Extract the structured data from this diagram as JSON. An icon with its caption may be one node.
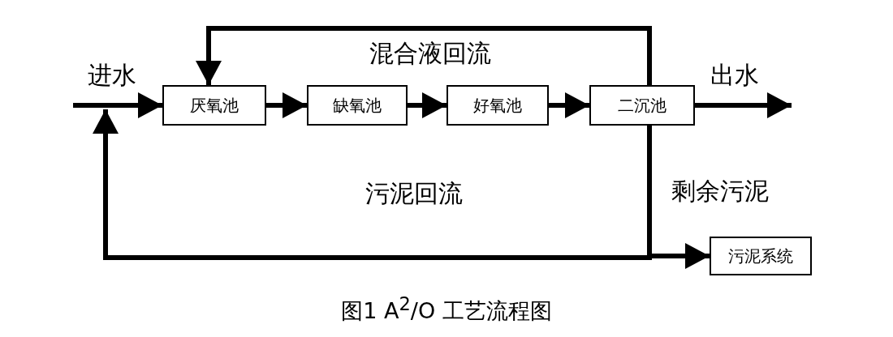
{
  "diagram": {
    "caption": "图1 A$^{2}$/O 工艺流程图",
    "nodes": [
      {
        "text": [
          "厌氧池"
        ]
      },
      {
        "text": [
          "缺氧池"
        ]
      },
      {
        "text": [
          "好氧池"
        ]
      },
      {
        "text": [
          "二沉池"
        ]
      },
      {
        "text": [
          "污泥系统"
        ]
      }
    ],
    "edges": [
      {
        "from": null,
        "to": 0,
        "arrow": "to",
        "label": "进水"
      },
      {
        "from": 0,
        "to": 1,
        "arrow": "to"
      },
      {
        "from": 1,
        "to": 2,
        "arrow": "to"
      },
      {
        "from": 2,
        "to": 3,
        "arrow": "to"
      },
      {
        "from": 3,
        "to": null,
        "arrow": "to",
        "label": "出水"
      },
      {
        "from": 3,
        "to": 0,
        "arrow": "to",
        "label": "混合液回流"
      },
      {
        "from": 3,
        "to": 4,
        "arrow": "to",
        "label": "剩余污泥"
      },
      {
        "from": 3,
        "to": null,
        "arrow": "to",
        "label": "污泥回流"
      }
    ]
  }
}
